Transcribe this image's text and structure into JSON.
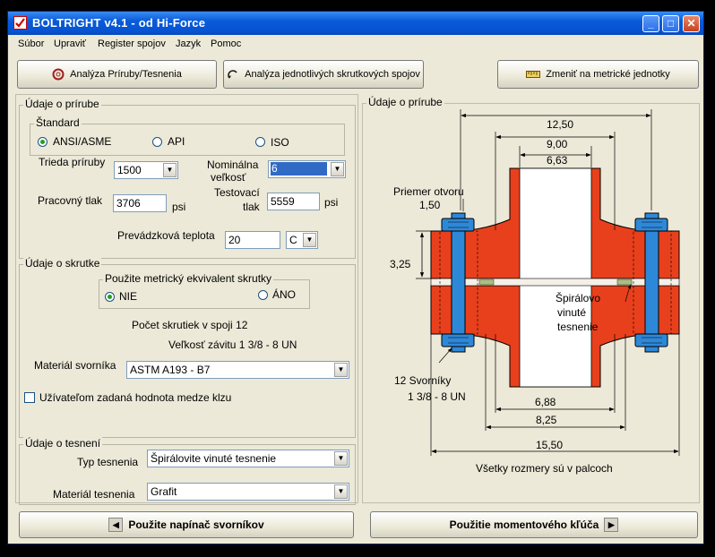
{
  "window": {
    "title": "BOLTRIGHT v4.1 - od Hi-Force"
  },
  "titlebar": {
    "minimize": "_",
    "maximize": "□",
    "close": "✕"
  },
  "menu": [
    "Súbor",
    "Upraviť",
    "Register spojov",
    "Jazyk",
    "Pomoc"
  ],
  "toolbar": {
    "flange_btn": "Analýza Príruby/Tesnenia",
    "bolt_btn": "Analýza jednotlivých skrutkových spojov",
    "units_btn": "Zmeniť na metrické jednotky"
  },
  "flange_data": {
    "legend": "Údaje o prírube",
    "standard_legend": "Štandard",
    "standards": [
      "ANSI/ASME",
      "API",
      "ISO"
    ],
    "class_label": "Trieda príruby",
    "class_value": "1500",
    "nominal_label_1": "Nominálna",
    "nominal_label_2": "veľkosť",
    "nominal_value": "6",
    "working_pressure_label": "Pracovný tlak",
    "working_pressure_value": "3706",
    "test_pressure_label_1": "Testovací",
    "test_pressure_label_2": "tlak",
    "test_pressure_value": "5559",
    "unit_psi": "psi",
    "temp_label": "Prevádzková teplota",
    "temp_value": "20",
    "temp_unit": "C"
  },
  "bolt_data": {
    "legend": "Údaje o skrutke",
    "metric_legend": "Použite metrický ekvivalent skrutky",
    "opt_no": "NIE",
    "opt_yes": "ÁNO",
    "bolt_count": "Počet skrutiek v spoji 12",
    "thread_size": "Veľkosť závitu 1 3/8 - 8 UN",
    "material_label": "Materiál svorníka",
    "material_value": "ASTM A193 - B7",
    "yield_label": "Užívateľom zadaná hodnota medze klzu"
  },
  "gasket_data": {
    "legend": "Údaje o tesnení",
    "type_label": "Typ tesnenia",
    "type_value": "Špirálovite vinuté tesnenie",
    "material_label": "Materiál tesnenia",
    "material_value": "Grafit"
  },
  "diagram": {
    "legend": "Údaje o prírube",
    "dim_top1": "12,50",
    "dim_top2": "9,00",
    "dim_top3": "6,63",
    "hole_label_1": "Priemer otvoru",
    "hole_label_2": "1,50",
    "dim_left": "3,25",
    "gasket_label_1": "Špirálovo",
    "gasket_label_2": "vinuté",
    "gasket_label_3": "tesnenie",
    "studs_label_1": "12  Svorníky",
    "studs_label_2": "1 3/8 - 8 UN",
    "dim_bot1": "6,88",
    "dim_bot2": "8,25",
    "dim_bot3": "15,50",
    "note": "Všetky rozmery sú v palcoch"
  },
  "bottom": {
    "tensioner_btn": "Použite napínač svorníkov",
    "wrench_btn": "Použitie momentového kľúča"
  },
  "colors": {
    "flange": "#E8401C",
    "stud": "#2E88D8",
    "bore": "#FFFFFF"
  }
}
